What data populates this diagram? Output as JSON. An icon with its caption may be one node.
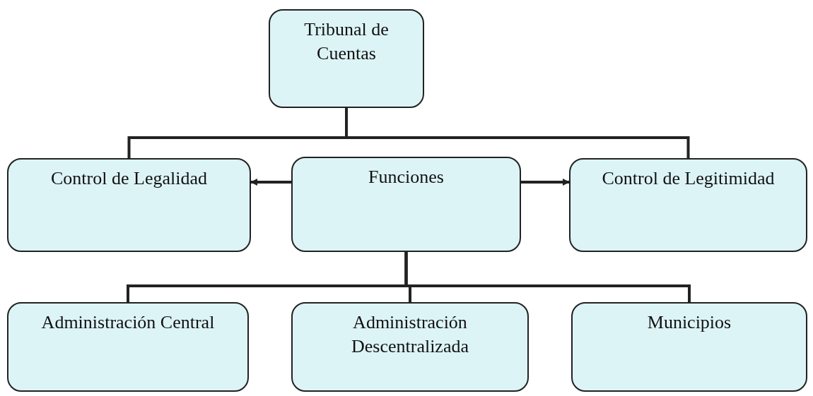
{
  "diagram": {
    "nodes": [
      {
        "text": [
          "Tribunal de Cuentas"
        ]
      },
      {
        "text": [
          "Control de Legalidad"
        ]
      },
      {
        "text": [
          "Funciones"
        ]
      },
      {
        "text": [
          "Control de Legitimidad"
        ]
      },
      {
        "text": [
          "Administración Central"
        ]
      },
      {
        "text": [
          "Administración Descentralizada"
        ]
      },
      {
        "text": [
          "Municipios"
        ]
      }
    ],
    "edges": [
      {
        "from": 0,
        "to": 1,
        "arrow": "none"
      },
      {
        "from": 0,
        "to": 3,
        "arrow": "none"
      },
      {
        "from": 2,
        "to": 1,
        "arrow": "to"
      },
      {
        "from": 2,
        "to": 3,
        "arrow": "to"
      },
      {
        "from": 2,
        "to": 4,
        "arrow": "none"
      },
      {
        "from": 2,
        "to": 5,
        "arrow": "none"
      },
      {
        "from": 2,
        "to": 6,
        "arrow": "none"
      }
    ]
  }
}
